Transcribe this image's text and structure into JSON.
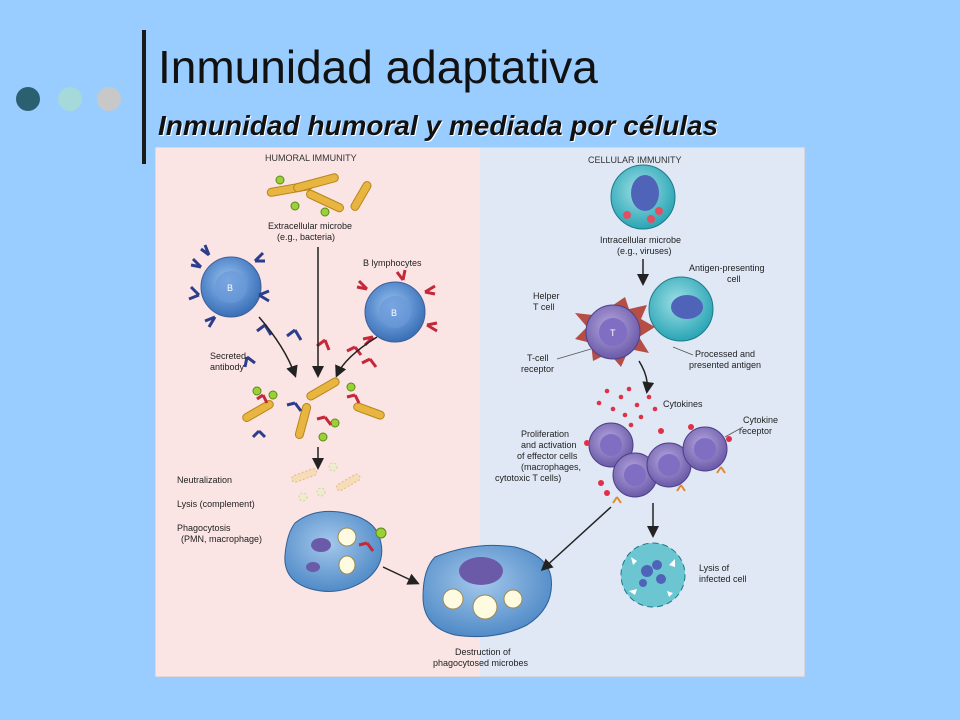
{
  "slide": {
    "title": "Inmunidad adaptativa",
    "subtitle": "Inmunidad humoral y mediada por células"
  },
  "colors": {
    "background": "#99ccff",
    "humoral_panel": "#fbe4e4",
    "cellular_panel": "#dfe8f4",
    "dot_dark": "#2a6070",
    "dot_mid": "#a6d9d9",
    "dot_light": "#c8c8c8"
  },
  "figure": {
    "humoral_header": "HUMORAL IMMUNITY",
    "cellular_header": "CELLULAR IMMUNITY",
    "extracellular_microbe": [
      "Extracellular microbe",
      "(e.g., bacteria)"
    ],
    "b_lymphocytes": "B lymphocytes",
    "b_label": "B",
    "secreted_antibody": [
      "Secreted",
      "antibody"
    ],
    "neutralization": "Neutralization",
    "lysis_complement": "Lysis (complement)",
    "phagocytosis": [
      "Phagocytosis",
      "(PMN, macrophage)"
    ],
    "destruction": [
      "Destruction of",
      "phagocytosed microbes"
    ],
    "intracellular_microbe": [
      "Intracellular microbe",
      "(e.g., viruses)"
    ],
    "apc": [
      "Antigen-presenting",
      "cell"
    ],
    "helper_t": [
      "Helper",
      "T cell"
    ],
    "t_label": "T",
    "tcell_receptor": [
      "T-cell",
      "receptor"
    ],
    "processed_antigen": [
      "Processed and",
      "presented antigen"
    ],
    "cytokines": "Cytokines",
    "proliferation": [
      "Proliferation",
      "and activation",
      "of effector cells",
      "(macrophages,",
      "cytotoxic T cells)"
    ],
    "cytokine_receptor": [
      "Cytokine",
      "receptor"
    ],
    "lysis_infected": [
      "Lysis of",
      "infected cell"
    ]
  }
}
